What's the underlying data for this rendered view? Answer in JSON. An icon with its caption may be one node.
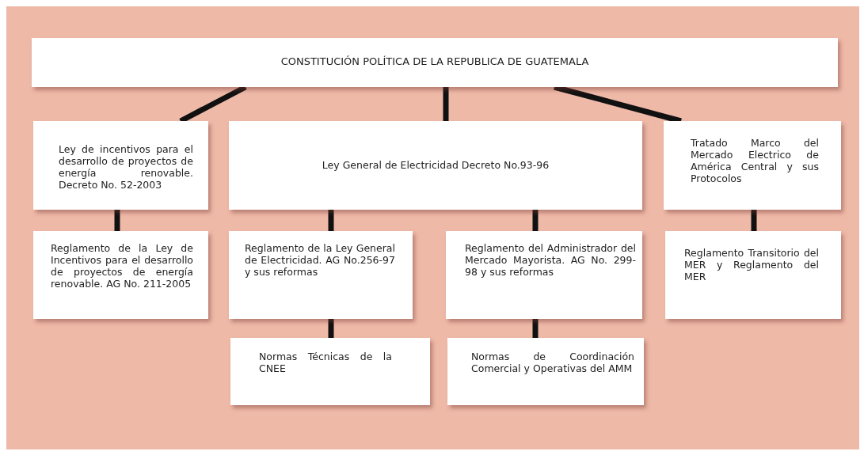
{
  "diagram": {
    "nodes": [
      {
        "text": [
          "CONSTITUCIÓN POLÍTICA DE LA REPUBLICA DE GUATEMALA"
        ]
      },
      {
        "text": [
          "Ley de incentivos para el desarrollo de proyectos de energía renovable. Decreto No. 52-2003"
        ]
      },
      {
        "text": [
          "Ley General de Electricidad Decreto No.93-96"
        ]
      },
      {
        "text": [
          "Tratado Marco del Mercado Electrico de América Central y sus Protocolos"
        ]
      },
      {
        "text": [
          "Reglamento de la Ley de Incentivos para el desarrollo de proyectos de energía renovable. AG No. 211-2005"
        ]
      },
      {
        "text": [
          "Reglamento de la Ley General de Electricidad. AG No.256-97 y sus reformas"
        ]
      },
      {
        "text": [
          "Reglamento del Administrador del Mercado Mayorista. AG No. 299-98 y sus reformas"
        ]
      },
      {
        "text": [
          "Reglamento Transitorio del MER y Reglamento del MER"
        ]
      },
      {
        "text": [
          "Normas Técnicas de la CNEE"
        ]
      },
      {
        "text": [
          "Normas de Coordinación Comercial y Operativas del AMM"
        ]
      }
    ],
    "edges": [
      {
        "from": 0,
        "to": 1,
        "arrow": "none"
      },
      {
        "from": 0,
        "to": 2,
        "arrow": "none"
      },
      {
        "from": 0,
        "to": 3,
        "arrow": "none"
      },
      {
        "from": 1,
        "to": 4,
        "arrow": "none"
      },
      {
        "from": 2,
        "to": 5,
        "arrow": "none"
      },
      {
        "from": 2,
        "to": 6,
        "arrow": "none"
      },
      {
        "from": 3,
        "to": 7,
        "arrow": "none"
      },
      {
        "from": 5,
        "to": 8,
        "arrow": "none"
      },
      {
        "from": 6,
        "to": 9,
        "arrow": "none"
      }
    ]
  }
}
